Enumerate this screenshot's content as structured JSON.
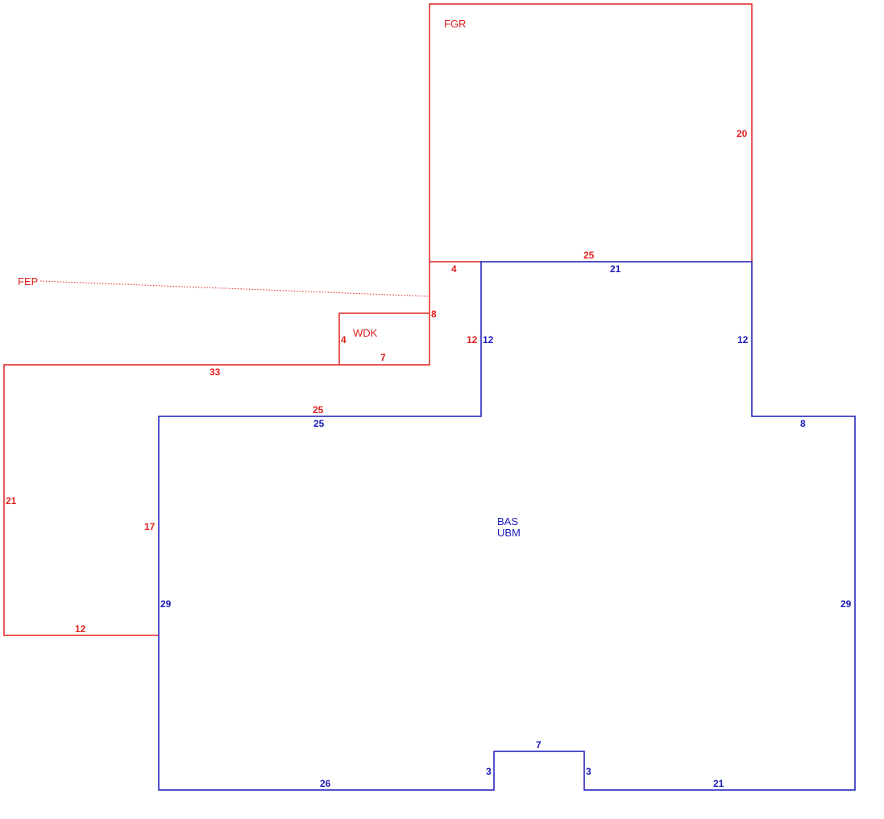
{
  "colors": {
    "outline_red": "#e02020",
    "outline_blue": "#1a1ab8"
  },
  "areas": {
    "fgr": "FGR",
    "fep": "FEP",
    "wdk": "WDK",
    "bas": "BAS",
    "ubm": "UBM"
  },
  "red_dims": {
    "fgr_right": "20",
    "fgr_bottom": "25",
    "notch_top": "4",
    "notch_side": "12",
    "wdk_right": "8",
    "wdk_left": "4",
    "wdk_bottom": "7",
    "fep_top": "33",
    "fep_left": "21",
    "fep_bottom": "12",
    "fep_right": "17",
    "fep_inner_top": "25"
  },
  "blue_dims": {
    "top": "21",
    "left_upper": "12",
    "right_upper": "12",
    "top_left_step": "25",
    "top_right_step": "8",
    "left": "29",
    "right": "29",
    "bottom_left": "26",
    "notch_left": "3",
    "notch_top": "7",
    "notch_right": "3",
    "bottom_right": "21"
  }
}
